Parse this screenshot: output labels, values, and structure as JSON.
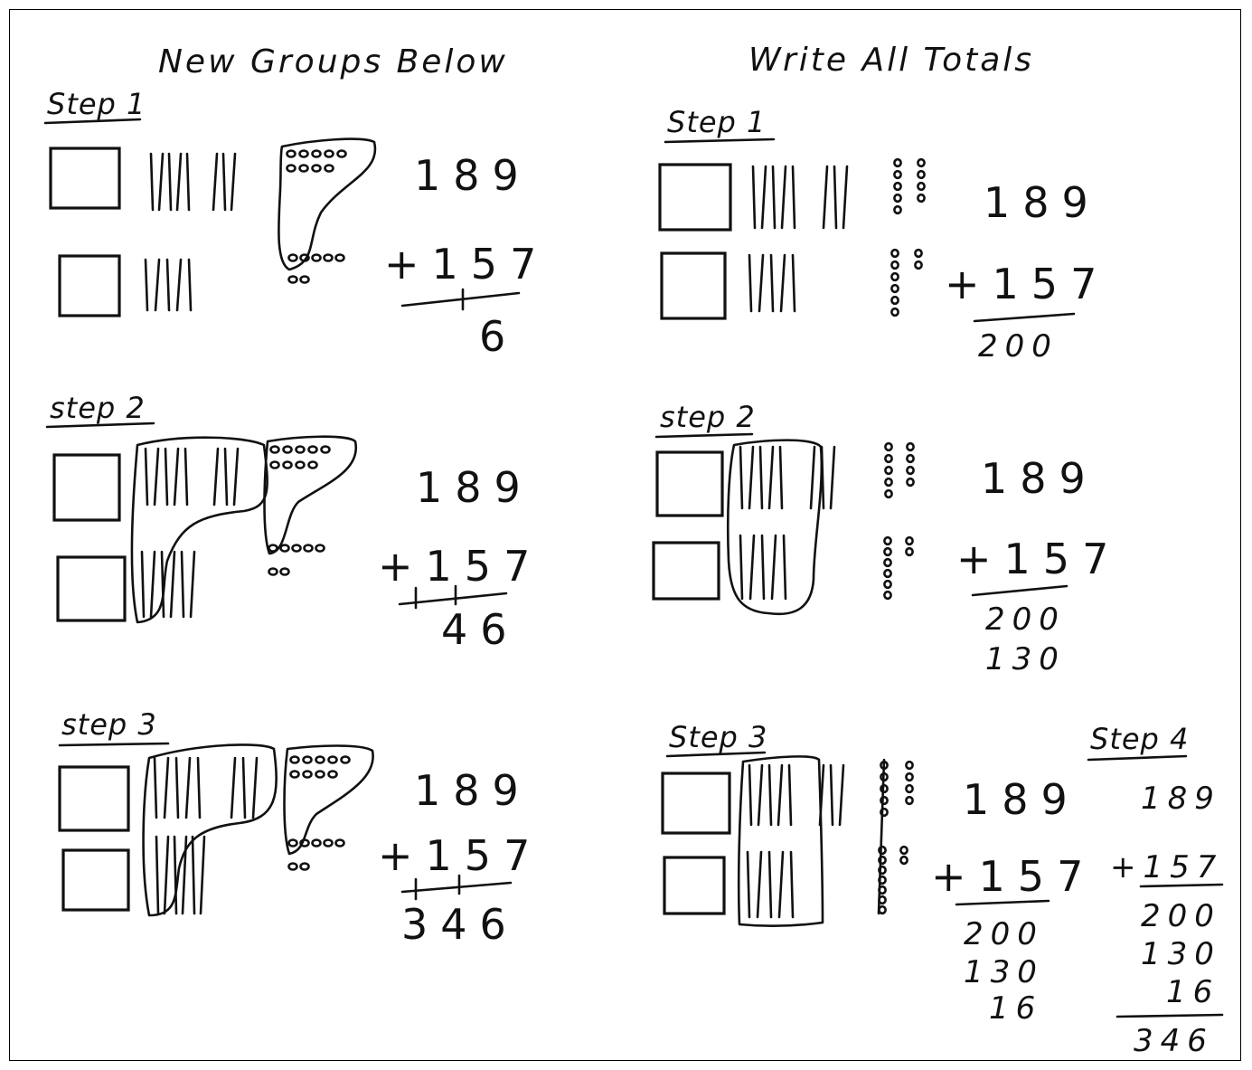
{
  "headers": {
    "left": "New Groups Below",
    "right": "Write All Totals"
  },
  "left_panel": {
    "step1": {
      "label": "Step 1",
      "top": "189",
      "bottom": "+157",
      "result": "6"
    },
    "step2": {
      "label": "step 2",
      "top": "189",
      "bottom": "+157",
      "result": "46"
    },
    "step3": {
      "label": "step 3",
      "top": "189",
      "bottom": "+157",
      "result": "346"
    }
  },
  "right_panel": {
    "step1": {
      "label": "Step 1",
      "top": "189",
      "bottom": "+157",
      "partials": [
        "200"
      ]
    },
    "step2": {
      "label": "step 2",
      "top": "189",
      "bottom": "+157",
      "partials": [
        "200",
        "130"
      ]
    },
    "step3": {
      "label": "Step 3",
      "top": "189",
      "bottom": "+157",
      "partials": [
        "200",
        "130",
        "16"
      ]
    },
    "step4": {
      "label": "Step 4",
      "top": "189",
      "bottom": "+157",
      "partials": [
        "200",
        "130",
        "16"
      ],
      "total": "346"
    }
  }
}
